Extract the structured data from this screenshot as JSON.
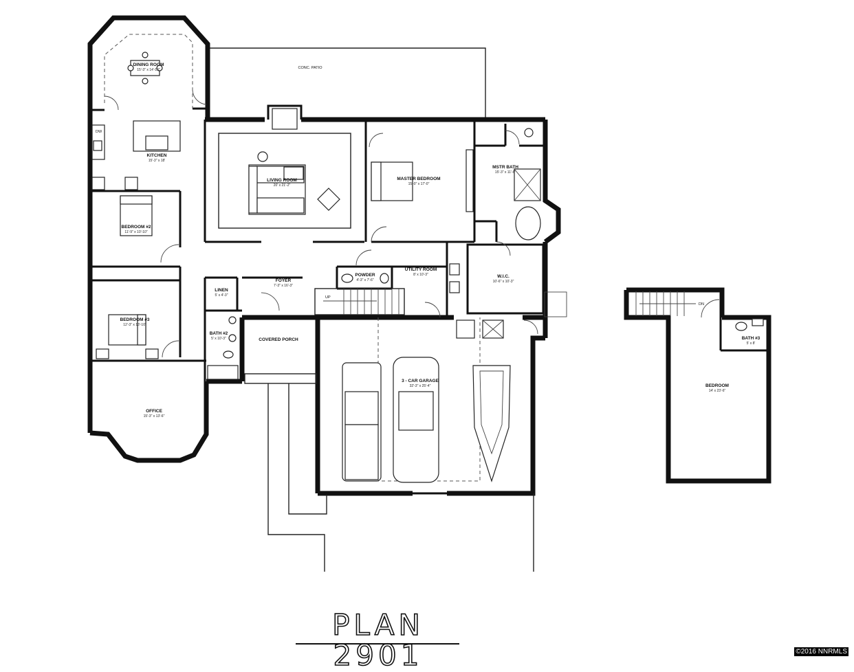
{
  "plan": {
    "title": "PLAN 2901",
    "copyright": "©2016 NNRMLS",
    "patio": "CONC. PATIO",
    "stair_up": "UP",
    "stair_dn": "DN",
    "dw": "DW"
  },
  "rooms": {
    "dining": {
      "name": "DINING ROOM",
      "dim": "15'-3\" x 14'-10\""
    },
    "kitchen": {
      "name": "KITCHEN",
      "dim": "15'-3\" x 18'"
    },
    "living": {
      "name": "LIVING ROOM",
      "dim": "20' x 21'-2\""
    },
    "master": {
      "name": "MASTER BEDROOM",
      "dim": "15'-0\" x 17'-0\""
    },
    "mstr_bath": {
      "name": "MSTR BATH",
      "dim": "15'-3\" x 11'-6\""
    },
    "bedroom2": {
      "name": "BEDROOM #2",
      "dim": "11'-9\" x 10'-10\""
    },
    "bedroom3": {
      "name": "BEDROOM #3",
      "dim": "12'-3\" x 13'-10\""
    },
    "office": {
      "name": "OFFICE",
      "dim": "15'-3\" x 13'-6\""
    },
    "foyer": {
      "name": "FOYER",
      "dim": "7'-3\" x 16'-3\""
    },
    "linen": {
      "name": "LINEN",
      "dim": "5' x 4'-3\""
    },
    "bath2": {
      "name": "BATH #2",
      "dim": "5' x 10'-3\""
    },
    "powder": {
      "name": "POWDER",
      "dim": "4'-3\" x 7'-6\""
    },
    "utility": {
      "name": "UTILITY ROOM",
      "dim": "8' x 10'-3\""
    },
    "wic": {
      "name": "W.I.C.",
      "dim": "10'-6\" x 10'-3\""
    },
    "porch": {
      "name": "COVERED PORCH"
    },
    "garage": {
      "name": "3 - CAR GARAGE",
      "dim": "32'-3\" x 25'-4\""
    },
    "bedroom_up": {
      "name": "BEDROOM",
      "dim": "14' x 23'-6\""
    },
    "bath3": {
      "name": "BATH #3",
      "dim": "5' x 8'"
    }
  }
}
